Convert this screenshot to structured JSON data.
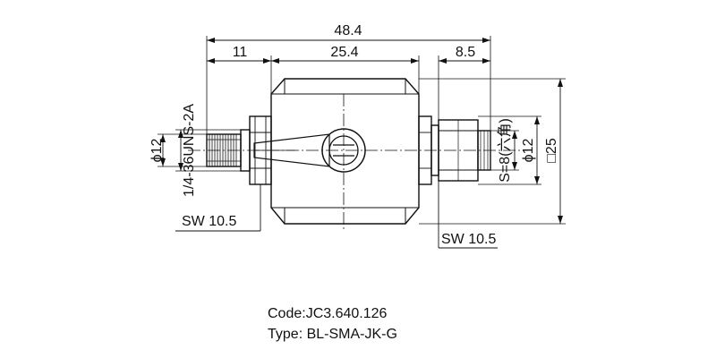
{
  "dimensions": {
    "overall_length": "48.4",
    "left_length": "11",
    "body_length": "25.4",
    "right_length": "8.5",
    "left_diameter": "ϕ12",
    "thread": "1/4-36UNS-2A",
    "hex_size": "S=8(六角)",
    "right_diameter": "ϕ12",
    "body_square": "□25",
    "sw_left": "SW 10.5",
    "sw_right": "SW 10.5"
  },
  "caption": {
    "code": "Code:JC3.640.126",
    "type": "Type: BL-SMA-JK-G"
  }
}
